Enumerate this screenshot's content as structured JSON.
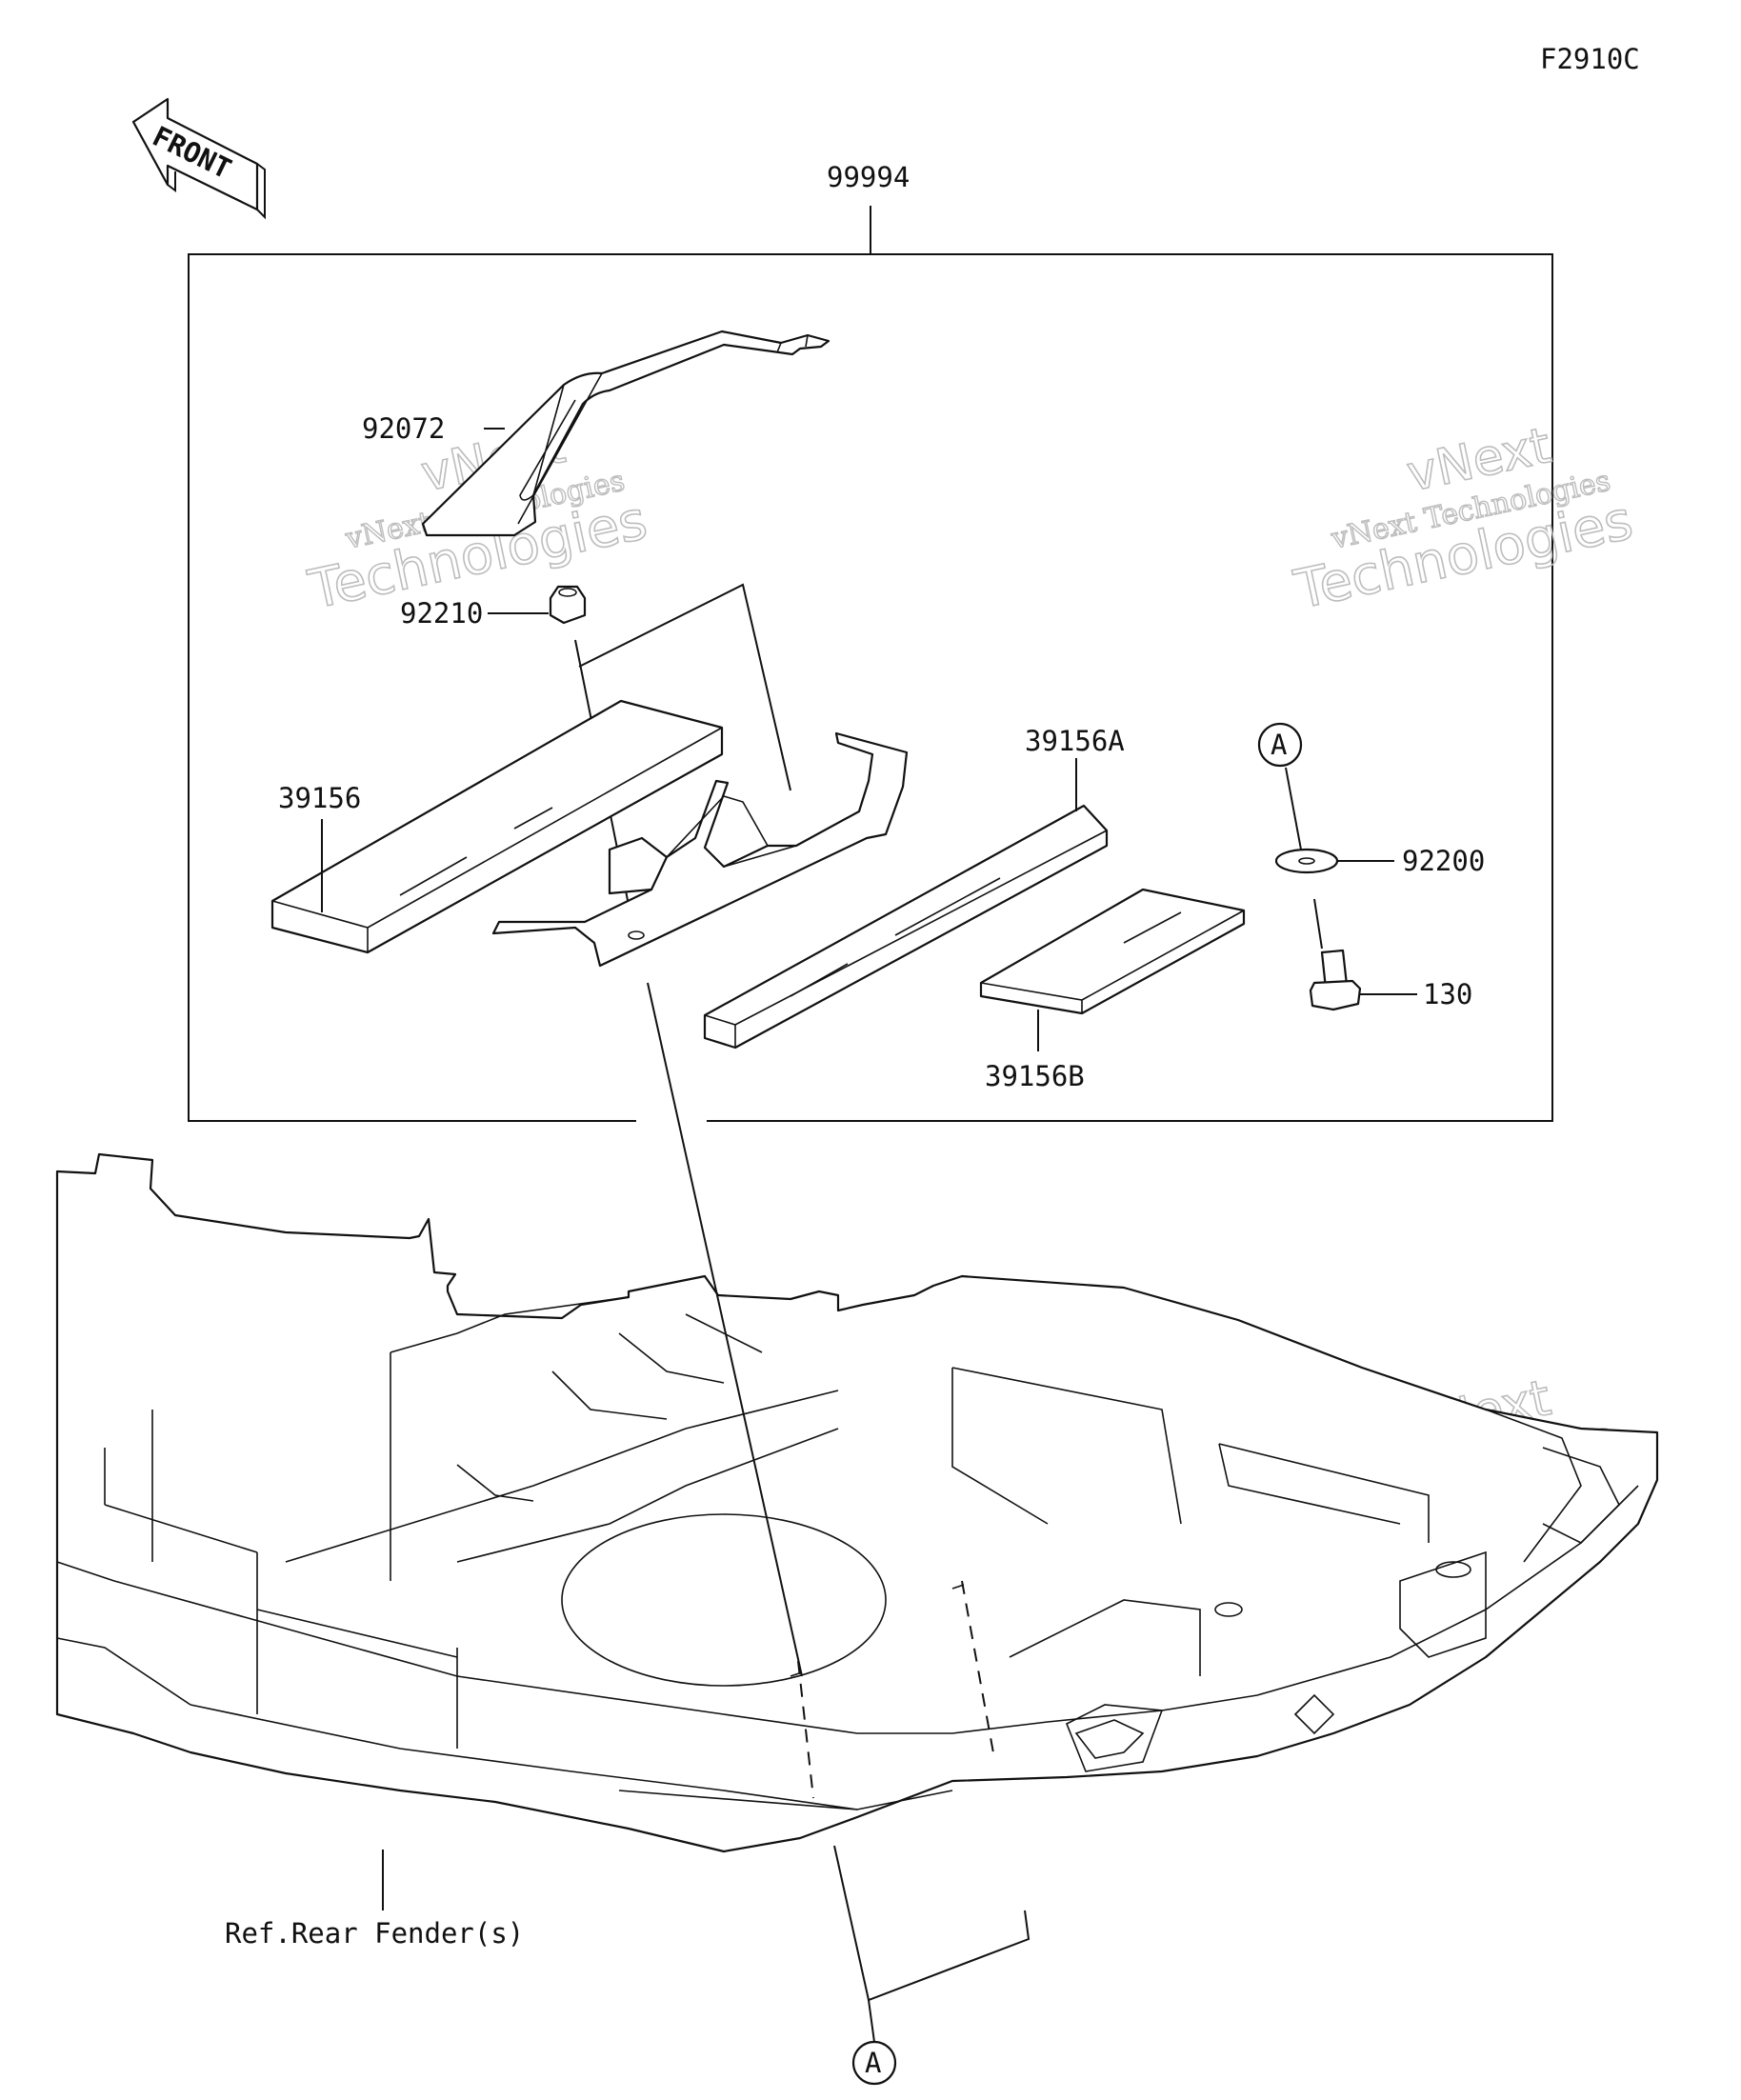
{
  "figure_code": "F2910C",
  "front_arrow_label": "FRONT",
  "kit_label": "99994",
  "parts": {
    "strap": "92072",
    "nut": "92210",
    "pad_left": "39156",
    "pad_a": "39156A",
    "pad_b": "39156B",
    "washer": "92200",
    "bolt": "130"
  },
  "reference_marker": "A",
  "reference_note": "Ref.Rear Fender(s)",
  "watermark": {
    "line1": "vNext",
    "line2": "vNext Technologies",
    "line3": "Technologies"
  }
}
